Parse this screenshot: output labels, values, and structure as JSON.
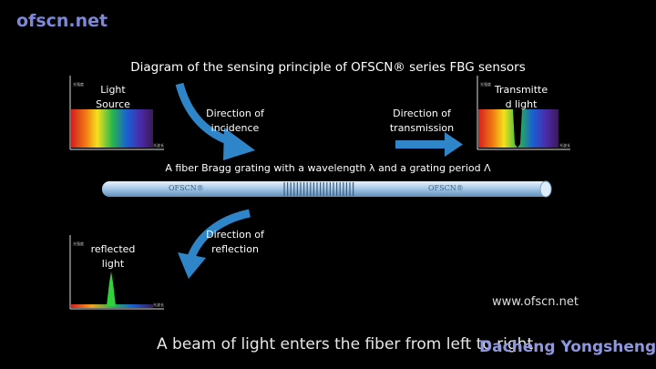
{
  "brand": "ofscn.net",
  "title": "Diagram of the sensing principle of OFSCN® series FBG sensors",
  "panels": {
    "source": {
      "label": "Light Source",
      "y_axis": "光强度",
      "x_axis": "光波长"
    },
    "transmitted": {
      "label": "Transmitted light",
      "y_axis": "光强度",
      "x_axis": "光波长"
    },
    "reflected": {
      "label": "reflected light",
      "y_axis": "光强度",
      "x_axis": "光波长"
    }
  },
  "directions": {
    "incidence": "Direction of incidence",
    "transmission": "Direction of transmission",
    "reflection": "Direction of reflection"
  },
  "grating_description": "A fiber Bragg grating with a wavelength λ and a grating period Λ",
  "fiber_marks": [
    "OFSCN®",
    "OFSCN®"
  ],
  "website": "www.ofscn.net",
  "caption": "A beam of light enters the fiber from left to right.",
  "author": "Dacheng Yongsheng",
  "colors": {
    "arrow": "#2e86c9",
    "brand": "#7d88d6",
    "fiber": "#a9cbe8",
    "peak": "#2fd23a"
  }
}
